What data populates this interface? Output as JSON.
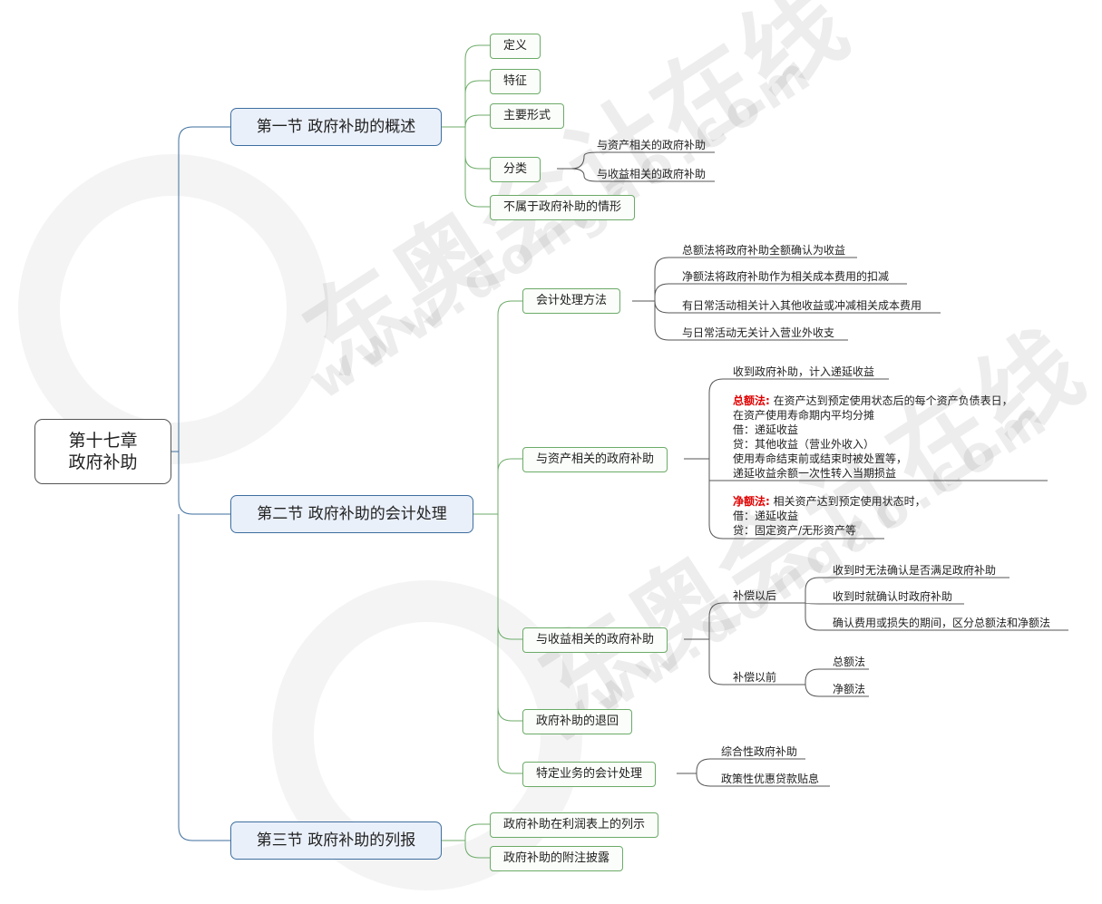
{
  "watermark": {
    "brand": "东奥会计在线",
    "url": "www.dongao.com"
  },
  "root": {
    "line1": "第十七章",
    "line2": "政府补助"
  },
  "sections": [
    {
      "title": "第一节 政府补助的概述",
      "children": [
        "定义",
        "特征",
        "主要形式",
        "分类",
        "不属于政府补助的情形"
      ],
      "classification_leaves": [
        "与资产相关的政府补助",
        "与收益相关的政府补助"
      ]
    },
    {
      "title": "第二节 政府补助的会计处理",
      "methods": {
        "title": "会计处理方法",
        "items": [
          "总额法将政府补助全额确认为收益",
          "净额法将政府补助作为相关成本费用的扣减",
          "有日常活动相关计入其他收益或冲减相关成本费用",
          "与日常活动无关计入营业外收支"
        ]
      },
      "asset": {
        "title": "与资产相关的政府补助",
        "receive": "收到政府补助，计入递延收益",
        "gross": {
          "label": "总额法:",
          "lines": [
            " 在资产达到预定使用状态后的每个资产负债表日，",
            "在资产使用寿命期内平均分摊",
            "借：递延收益",
            "  贷：其他收益（营业外收入）",
            "使用寿命结束前或结束时被处置等，",
            "递延收益余额一次性转入当期损益"
          ]
        },
        "net": {
          "label": "净额法:",
          "lines": [
            " 相关资产达到预定使用状态时，",
            "借：递延收益",
            "  贷：固定资产/无形资产等"
          ]
        }
      },
      "income": {
        "title": "与收益相关的政府补助",
        "after": {
          "title": "补偿以后",
          "items": [
            "收到时无法确认是否满足政府补助",
            "收到时就确认时政府补助",
            "确认费用或损失的期间，区分总额法和净额法"
          ]
        },
        "before": {
          "title": "补偿以前",
          "items": [
            "总额法",
            "净额法"
          ]
        }
      },
      "return": "政府补助的退回",
      "specific": {
        "title": "特定业务的会计处理",
        "items": [
          "综合性政府补助",
          "政策性优惠贷款贴息"
        ]
      }
    },
    {
      "title": "第三节 政府补助的列报",
      "children": [
        "政府补助在利润表上的列示",
        "政府补助的附注披露"
      ]
    }
  ]
}
